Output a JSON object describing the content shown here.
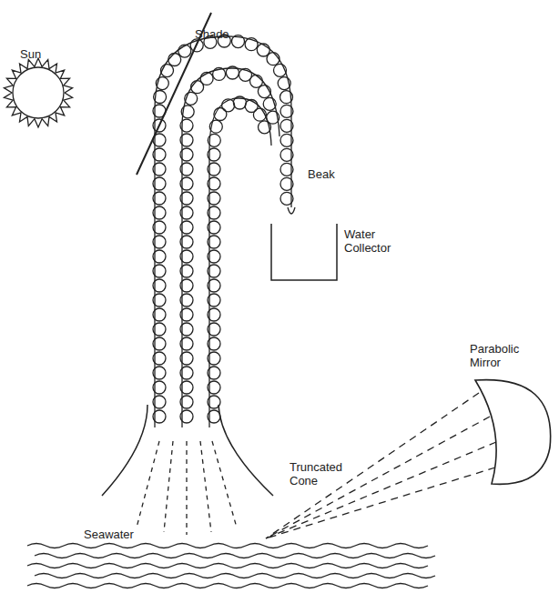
{
  "diagram": {
    "labels": [
      "Sun",
      "Shade",
      "Beak",
      "Water Collector",
      "Truncated Cone",
      "Parabolic Mirror",
      "Seawater"
    ]
  }
}
